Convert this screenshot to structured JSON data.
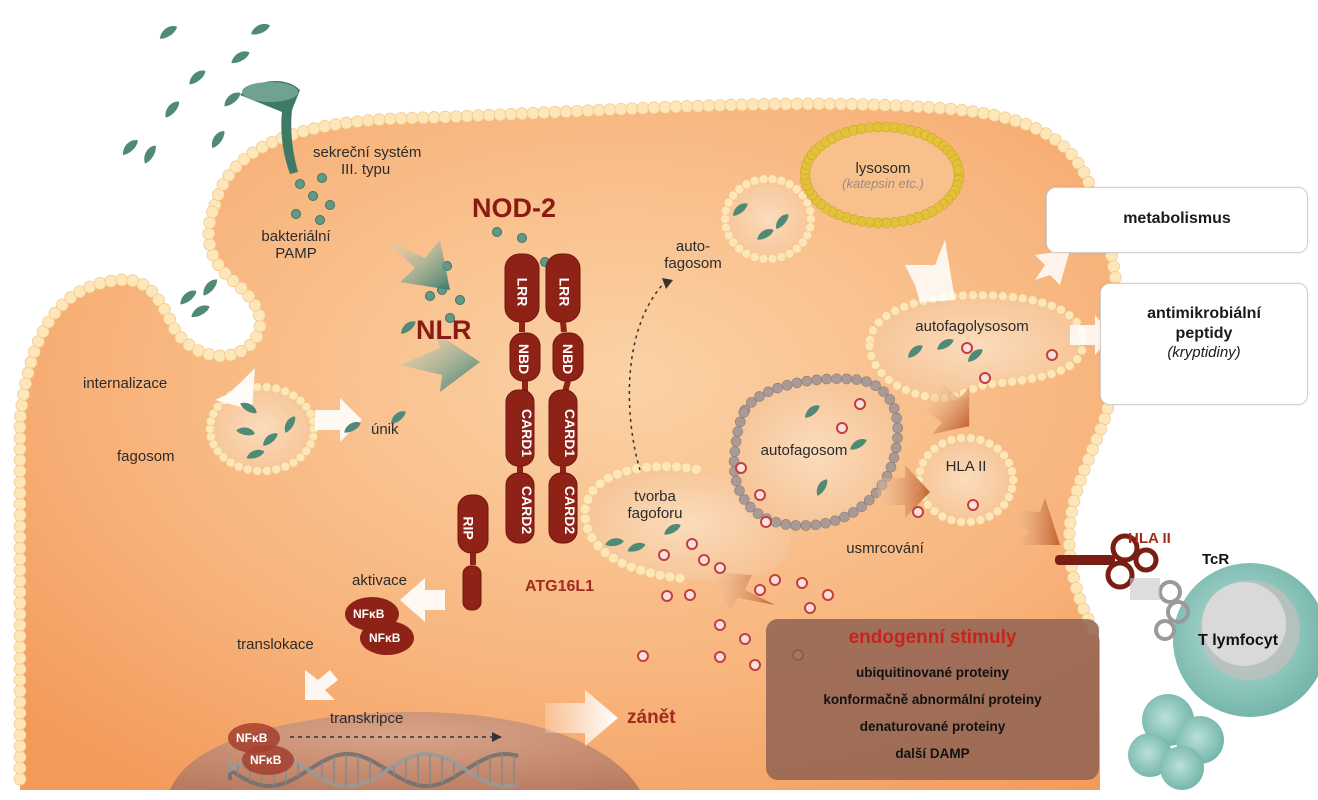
{
  "labels": {
    "secretion_system_line1": "sekreční systém",
    "secretion_system_line2": "III. typu",
    "bacterial_pamp_line1": "bakteriální",
    "bacterial_pamp_line2": "PAMP",
    "nod2": "NOD-2",
    "nlr": "NLR",
    "internalization": "internalizace",
    "phagosome": "fagosom",
    "escape": "únik",
    "activation": "aktivace",
    "translocation": "translokace",
    "transcription": "transkripce",
    "inflammation": "zánět",
    "atg16l1": "ATG16L1",
    "phagophore_line1": "tvorba",
    "phagophore_line2": "fagoforu",
    "autophagosome_small_line1": "auto-",
    "autophagosome_small_line2": "fagosom",
    "autophagosome": "autofagosom",
    "lysosome": "lysosom",
    "cathepsin": "(katepsin etc.)",
    "autophagolysosome": "autofagolysosom",
    "killing": "usmrcování",
    "hla2_inner": "HLA II",
    "hla2_outer": "HLA II",
    "tcr": "TcR",
    "t_lymphocyte": "T lymfocyt"
  },
  "domains": {
    "lrr": "LRR",
    "nbd": "NBD",
    "card1": "CARD1",
    "card2": "CARD2",
    "rip": "RIP",
    "nfkb": "NFκB"
  },
  "boxes": {
    "metabolism": "metabolismus",
    "antimicrobial_line1": "antimikrobiální",
    "antimicrobial_line2": "peptidy",
    "antimicrobial_sub": "(kryptidiny)"
  },
  "endogenous": {
    "title": "endogenní stimuly",
    "items": [
      "ubiquitinované proteiny",
      "konformačně abnormální proteiny",
      "denaturované proteiny",
      "další DAMP"
    ]
  },
  "colors": {
    "cytoplasm": "#f7b27a",
    "membrane_bead": "#fde7b8",
    "protein_red": "#8e2217",
    "bacteria": "#4f8a76",
    "lysosome_ring": "#e3c23a",
    "t_cell": "#8fcabf",
    "label_red": "#a32a1e"
  }
}
